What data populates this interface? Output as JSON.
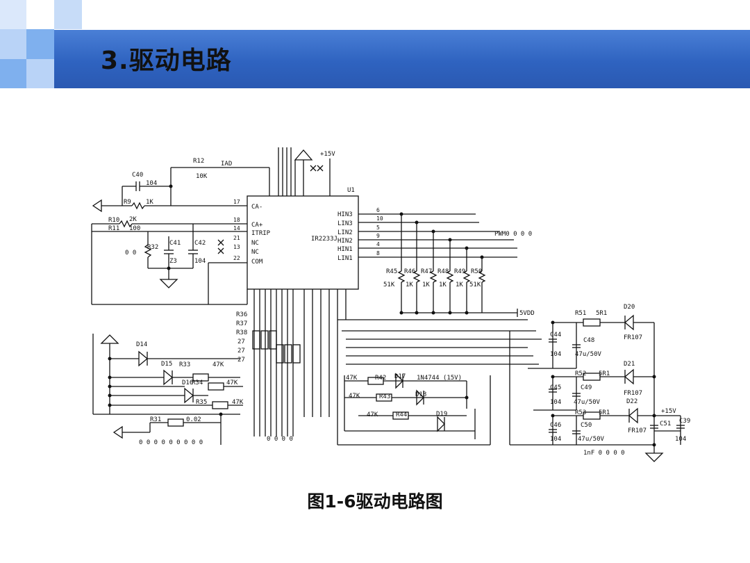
{
  "slide": {
    "title": "3.驱动电路",
    "caption": "图1-6驱动电路图"
  },
  "colors": {
    "header_blue": "#2f63c0",
    "deco_light_blue": "#b9d3f7",
    "deco_mid_blue": "#7fb0ee"
  },
  "schematic": {
    "ic": {
      "name": "U1",
      "part": "IR2233J",
      "left_pins": [
        {
          "num": "17",
          "label": "CA-"
        },
        {
          "num": "18",
          "label": "CA+"
        },
        {
          "num": "14",
          "label": "ITRIP"
        },
        {
          "num": "21",
          "label": "NC"
        },
        {
          "num": "13",
          "label": "NC"
        },
        {
          "num": "22",
          "label": "COM"
        }
      ],
      "right_pins": [
        {
          "num": "6",
          "label": "HIN3"
        },
        {
          "num": "10",
          "label": "LIN3"
        },
        {
          "num": "5",
          "label": "LIN2"
        },
        {
          "num": "9",
          "label": "HIN2"
        },
        {
          "num": "4",
          "label": "HIN1"
        },
        {
          "num": "8",
          "label": "LIN1"
        }
      ]
    },
    "top_labels": {
      "supply": "+15V",
      "signal": "IAD",
      "r12": "R12",
      "r12_val": "10K",
      "c40": "C40",
      "c40_val": "104"
    },
    "left_parts": [
      {
        "ref": "R9",
        "val": "1K"
      },
      {
        "ref": "R10",
        "val": "2K"
      },
      {
        "ref": "R11",
        "val": "100"
      },
      {
        "ref": "R32",
        "val": "0 0"
      },
      {
        "ref": "C41",
        "val": ""
      },
      {
        "ref": "C42",
        "val": "104"
      },
      {
        "ref": "Z3",
        "val": ""
      }
    ],
    "pullups": [
      {
        "ref": "R45",
        "val": "51K"
      },
      {
        "ref": "R46",
        "val": "1K"
      },
      {
        "ref": "R47",
        "val": "1K"
      },
      {
        "ref": "R48",
        "val": "1K"
      },
      {
        "ref": "R49",
        "val": "1K"
      },
      {
        "ref": "R50",
        "val": "51K"
      }
    ],
    "net_labels": {
      "pwm": "PWM0 0 0 0",
      "vdd": "5VDD"
    },
    "gate_res": [
      "R36",
      "R37",
      "R38",
      "27",
      "27",
      "27"
    ],
    "low_side": [
      {
        "diode": "D14"
      },
      {
        "diode": "D15",
        "res": "R33",
        "val": "47K"
      },
      {
        "diode": "D16",
        "res": "R34",
        "val": "47K"
      },
      {
        "diode": "",
        "res": "R35",
        "val": "47K"
      }
    ],
    "r31": {
      "ref": "R31",
      "val": "0.02"
    },
    "bottom_left": "0 0 0 0 0 0 0 0 0",
    "bottom_mid": "0 0 0 0",
    "high_side": [
      {
        "res": "R42",
        "val": "47K",
        "diode": "D17",
        "note": "1N4744 (15V)"
      },
      {
        "res": "R43",
        "val": "47K",
        "diode": "D18"
      },
      {
        "res": "R44",
        "val": "47K",
        "diode": "D19"
      }
    ],
    "bootstrap": [
      {
        "cap": "C44",
        "val": "104",
        "ecap": "C48",
        "eval": "47u/50V",
        "res": "R51",
        "rval": "5R1",
        "diode": "D20",
        "dpart": "FR107"
      },
      {
        "cap": "C45",
        "val": "104",
        "ecap": "C49",
        "eval": "47u/50V",
        "res": "R52",
        "rval": "5R1",
        "diode": "D21",
        "dpart": "FR107"
      },
      {
        "cap": "C46",
        "val": "104",
        "ecap": "C50",
        "eval": "47u/50V",
        "res": "R53",
        "rval": "5R1",
        "diode": "D22",
        "dpart": "FR107"
      }
    ],
    "supply_right": {
      "label": "+15V",
      "c51": "C51",
      "c39": "C39",
      "c39_val": "104"
    },
    "bottom_right": "1nF 0 0 0 0"
  }
}
